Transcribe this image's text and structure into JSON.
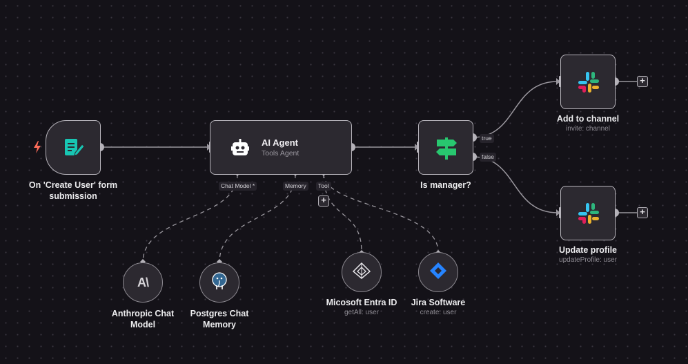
{
  "canvas": {
    "background": "#141218",
    "grid_dot_color": "#3a3740"
  },
  "nodes": {
    "trigger": {
      "label": "On 'Create User' form submission",
      "icon": "form-icon",
      "badge_icon": "lightning-icon",
      "badge_color": "#ff6d5a",
      "icon_color": "#18c6b3"
    },
    "agent": {
      "title": "AI Agent",
      "subtitle": "Tools Agent",
      "icon": "robot-icon",
      "ports": {
        "chat_model": "Chat Model *",
        "memory": "Memory",
        "tool": "Tool"
      }
    },
    "if_node": {
      "label": "Is manager?",
      "icon": "signpost-icon",
      "icon_color": "#28c76f",
      "outputs": {
        "true_label": "true",
        "false_label": "false"
      }
    },
    "add_channel": {
      "label": "Add to channel",
      "sub": "invite: channel",
      "icon": "slack-icon"
    },
    "update_profile": {
      "label": "Update profile",
      "sub": "updateProfile: user",
      "icon": "slack-icon"
    },
    "anthropic": {
      "label": "Anthropic Chat Model",
      "label_line1": "Anthropic Chat",
      "label_line2": "Model",
      "icon": "anthropic-icon",
      "icon_text": "A\\"
    },
    "postgres": {
      "label_line1": "Postgres Chat",
      "label_line2": "Memory",
      "icon": "postgres-elephant-icon"
    },
    "entra": {
      "label": "Micosoft Entra ID",
      "sub": "getAll: user",
      "icon": "entra-icon"
    },
    "jira": {
      "label": "Jira Software",
      "sub": "create: user",
      "icon": "jira-icon",
      "icon_color": "#2684ff"
    }
  },
  "colors": {
    "node_fill": "#2c2930",
    "node_border": "#b9b6bd",
    "wire": "#9a979e",
    "slack_blue": "#36c5f0",
    "slack_green": "#2eb67d",
    "slack_yellow": "#ecb22e",
    "slack_red": "#e01e5a"
  }
}
